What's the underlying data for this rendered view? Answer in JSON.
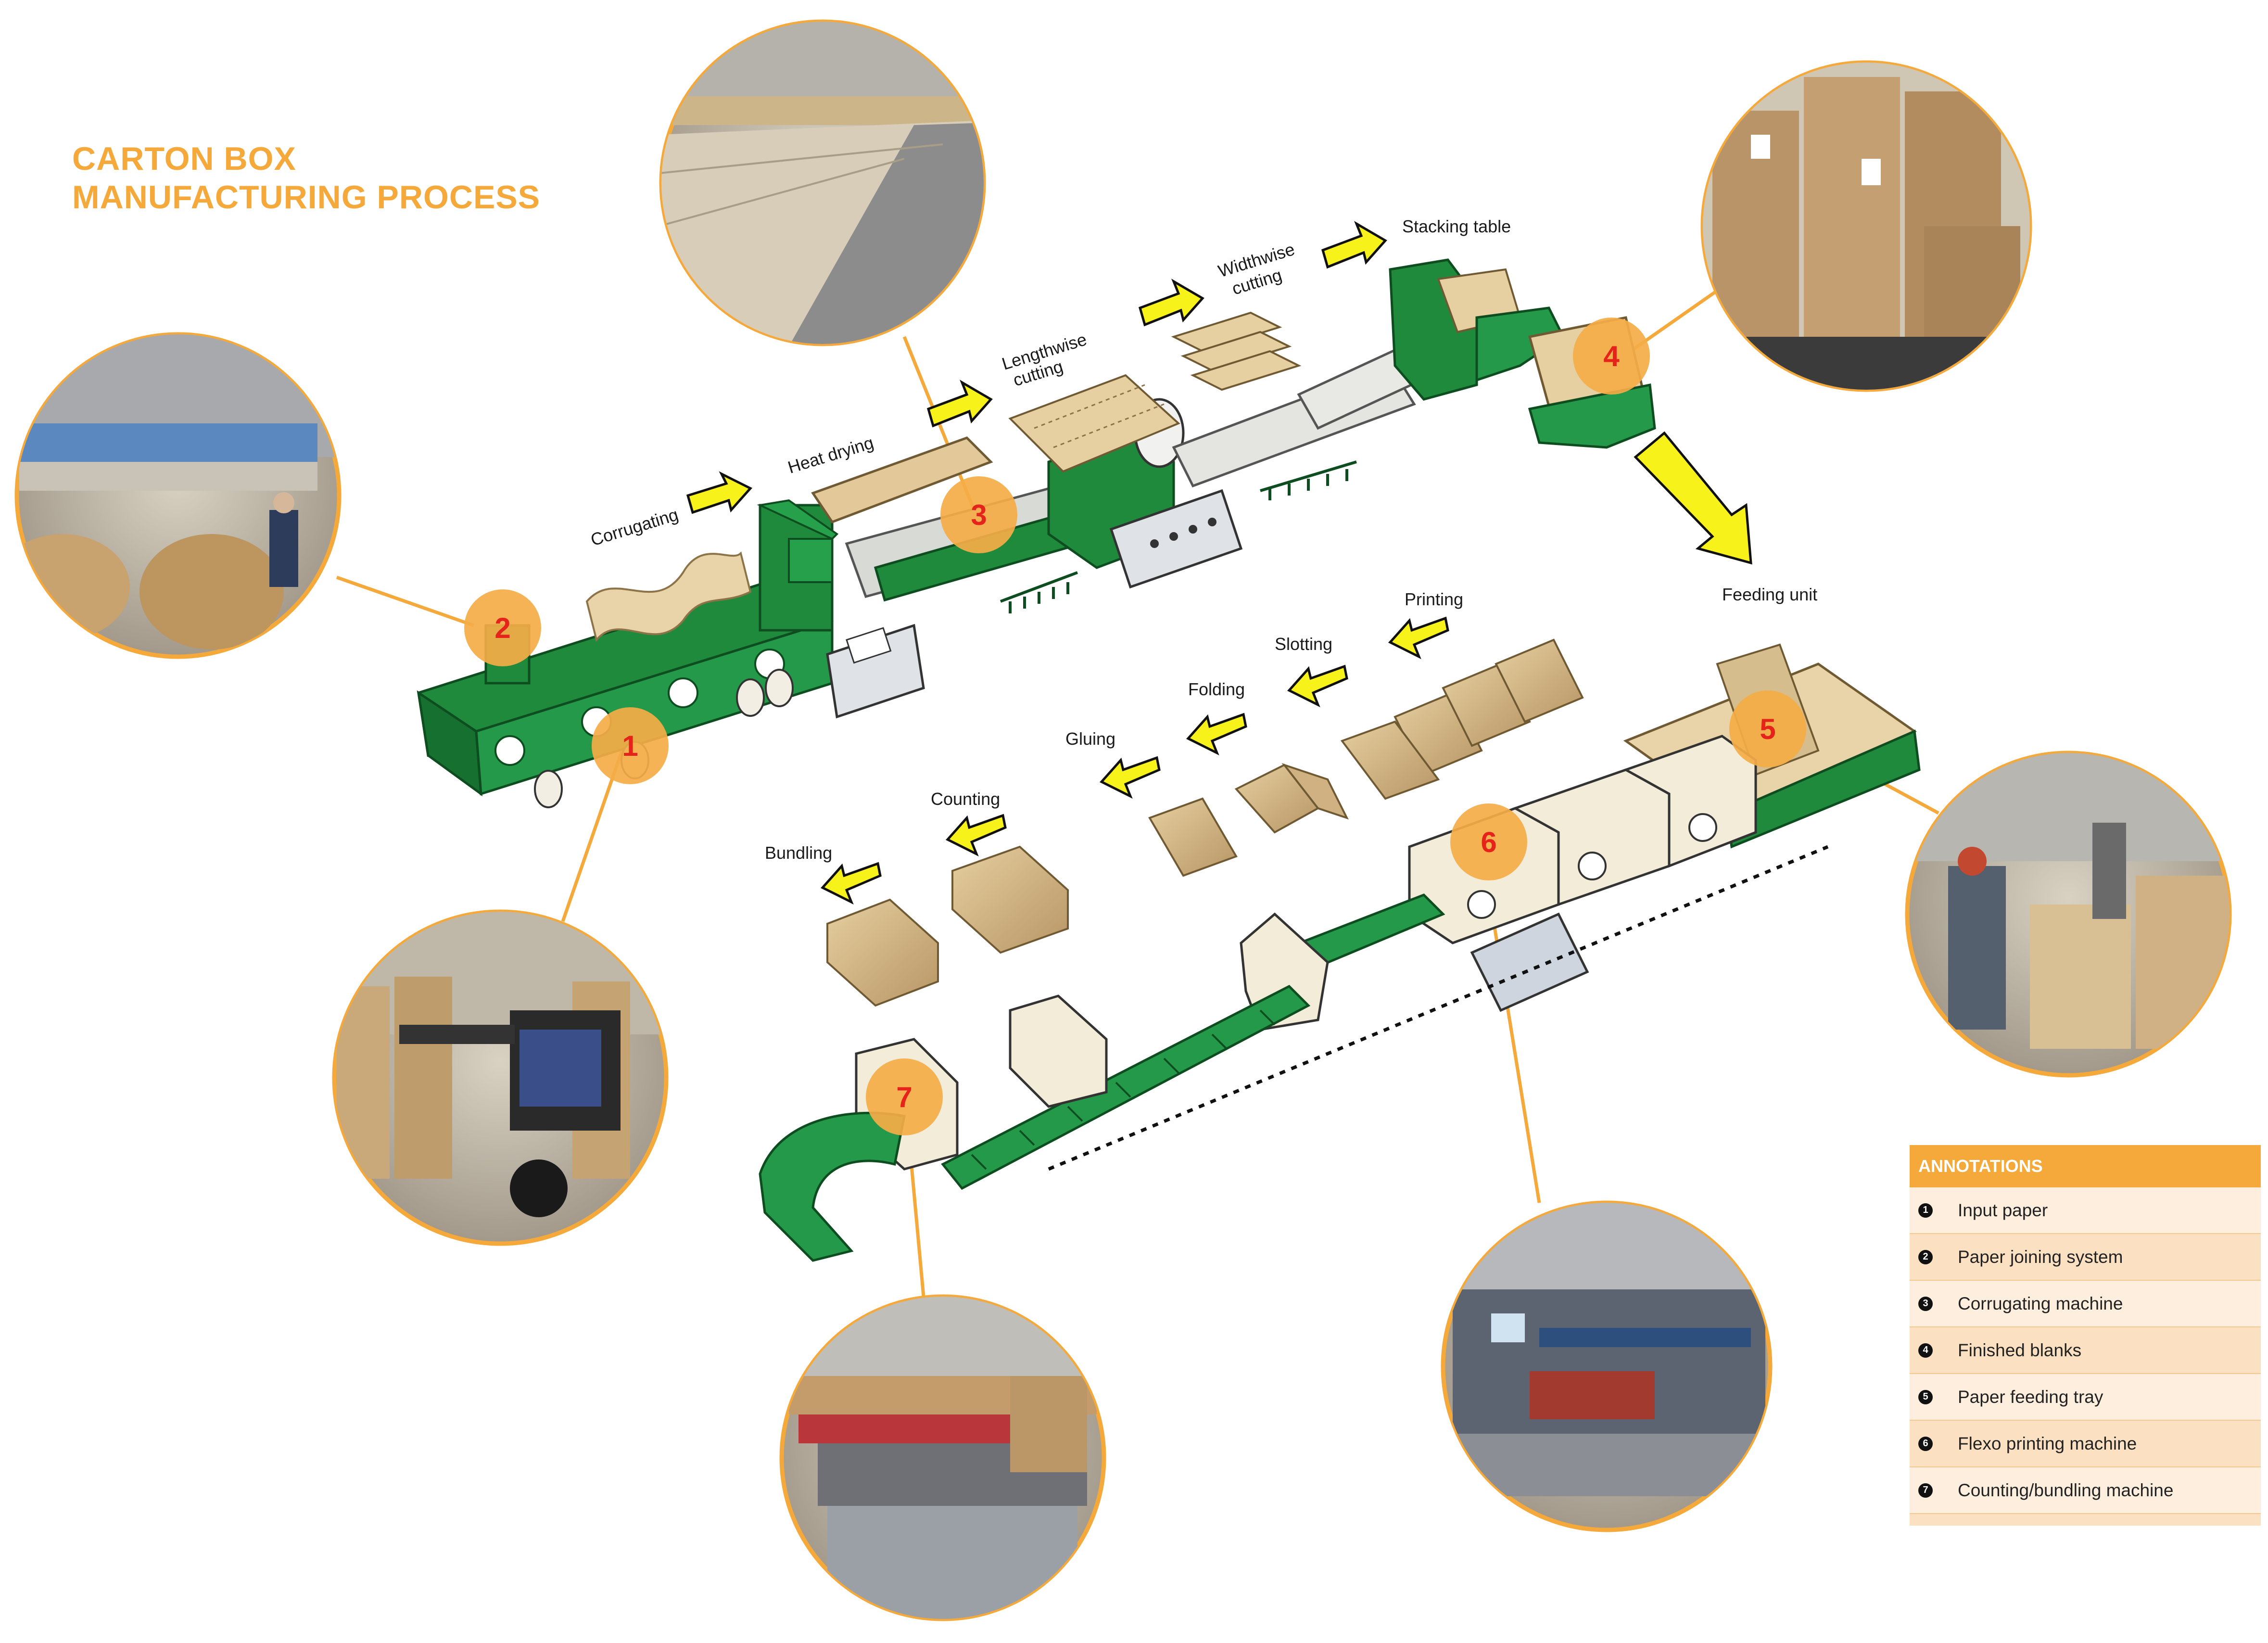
{
  "title": {
    "line1": "CARTON BOX",
    "line2": "MANUFACTURING PROCESS"
  },
  "stages": {
    "corrugating": "Corrugating",
    "heat_drying": "Heat drying",
    "lengthwise_cutting_1": "Lengthwise",
    "lengthwise_cutting_2": "cutting",
    "widthwise_cutting_1": "Widthwise",
    "widthwise_cutting_2": "cutting",
    "stacking_table": "Stacking table",
    "feeding_unit": "Feeding unit",
    "printing": "Printing",
    "slotting": "Slotting",
    "folding": "Folding",
    "gluing": "Gluing",
    "counting": "Counting",
    "bundling": "Bundling"
  },
  "markers": [
    "1",
    "2",
    "3",
    "4",
    "5",
    "6",
    "7"
  ],
  "legend": {
    "header": "ANNOTATIONS",
    "items": [
      {
        "num": "1",
        "label": "Input paper"
      },
      {
        "num": "2",
        "label": "Paper joining system"
      },
      {
        "num": "3",
        "label": "Corrugating machine"
      },
      {
        "num": "4",
        "label": "Finished blanks"
      },
      {
        "num": "5",
        "label": "Paper feeding tray"
      },
      {
        "num": "6",
        "label": "Flexo printing machine"
      },
      {
        "num": "7",
        "label": "Counting/bundling machine"
      }
    ]
  },
  "colors": {
    "accent": "#f4a93a",
    "marker_text": "#e5231b",
    "machine_green": "#1f8a3c",
    "arrow_yellow": "#f7f21a",
    "cardboard": "#e8d4a8"
  }
}
